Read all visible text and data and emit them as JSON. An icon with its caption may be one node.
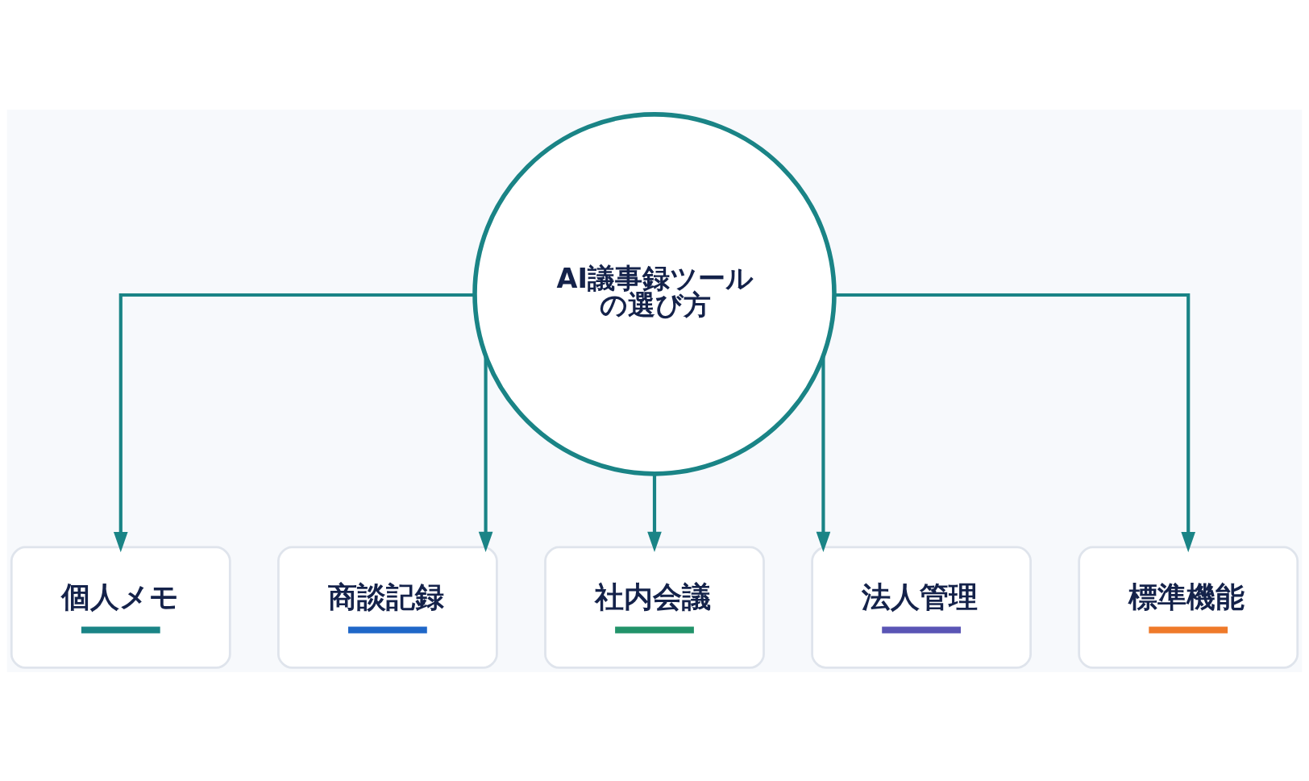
{
  "diagram": {
    "nodes": [
      {
        "text": [
          "AI議事録ツールの選び方"
        ]
      },
      {
        "text": [
          "個人メモ"
        ]
      },
      {
        "text": [
          "商談記録"
        ]
      },
      {
        "text": [
          "社内会議"
        ]
      },
      {
        "text": [
          "法人管理"
        ]
      },
      {
        "text": [
          "標準機能"
        ]
      }
    ],
    "edges": [
      {
        "from": 0,
        "to": 1,
        "arrow": "to"
      },
      {
        "from": 0,
        "to": 2,
        "arrow": "to"
      },
      {
        "from": 0,
        "to": 3,
        "arrow": "to"
      },
      {
        "from": 0,
        "to": 4,
        "arrow": "to"
      },
      {
        "from": 0,
        "to": 5,
        "arrow": "to"
      }
    ]
  }
}
